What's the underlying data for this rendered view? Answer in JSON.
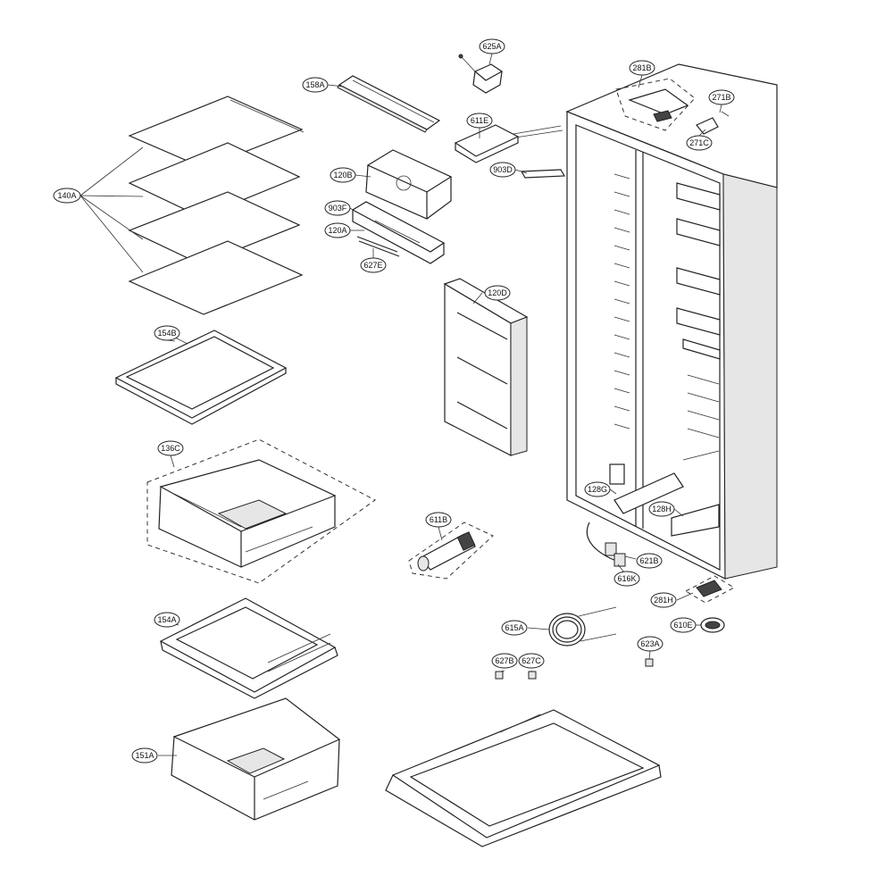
{
  "callouts": [
    {
      "id": "158A",
      "label": "158A"
    },
    {
      "id": "625A",
      "label": "625A"
    },
    {
      "id": "281B",
      "label": "281B"
    },
    {
      "id": "271B",
      "label": "271B"
    },
    {
      "id": "271C",
      "label": "271C"
    },
    {
      "id": "611E",
      "label": "611E"
    },
    {
      "id": "120B",
      "label": "120B"
    },
    {
      "id": "903D",
      "label": "903D"
    },
    {
      "id": "140A",
      "label": "140A"
    },
    {
      "id": "903F",
      "label": "903F"
    },
    {
      "id": "120A",
      "label": "120A"
    },
    {
      "id": "627E",
      "label": "627E"
    },
    {
      "id": "120D",
      "label": "120D"
    },
    {
      "id": "154B",
      "label": "154B"
    },
    {
      "id": "136C",
      "label": "136C"
    },
    {
      "id": "128G",
      "label": "128G"
    },
    {
      "id": "128H",
      "label": "128H"
    },
    {
      "id": "611B",
      "label": "611B"
    },
    {
      "id": "621B",
      "label": "621B"
    },
    {
      "id": "616K",
      "label": "616K"
    },
    {
      "id": "281H",
      "label": "281H"
    },
    {
      "id": "154A",
      "label": "154A"
    },
    {
      "id": "615A",
      "label": "615A"
    },
    {
      "id": "610E",
      "label": "610E"
    },
    {
      "id": "623A",
      "label": "623A"
    },
    {
      "id": "627B",
      "label": "627B"
    },
    {
      "id": "627C",
      "label": "627C"
    },
    {
      "id": "151A",
      "label": "151A"
    }
  ]
}
